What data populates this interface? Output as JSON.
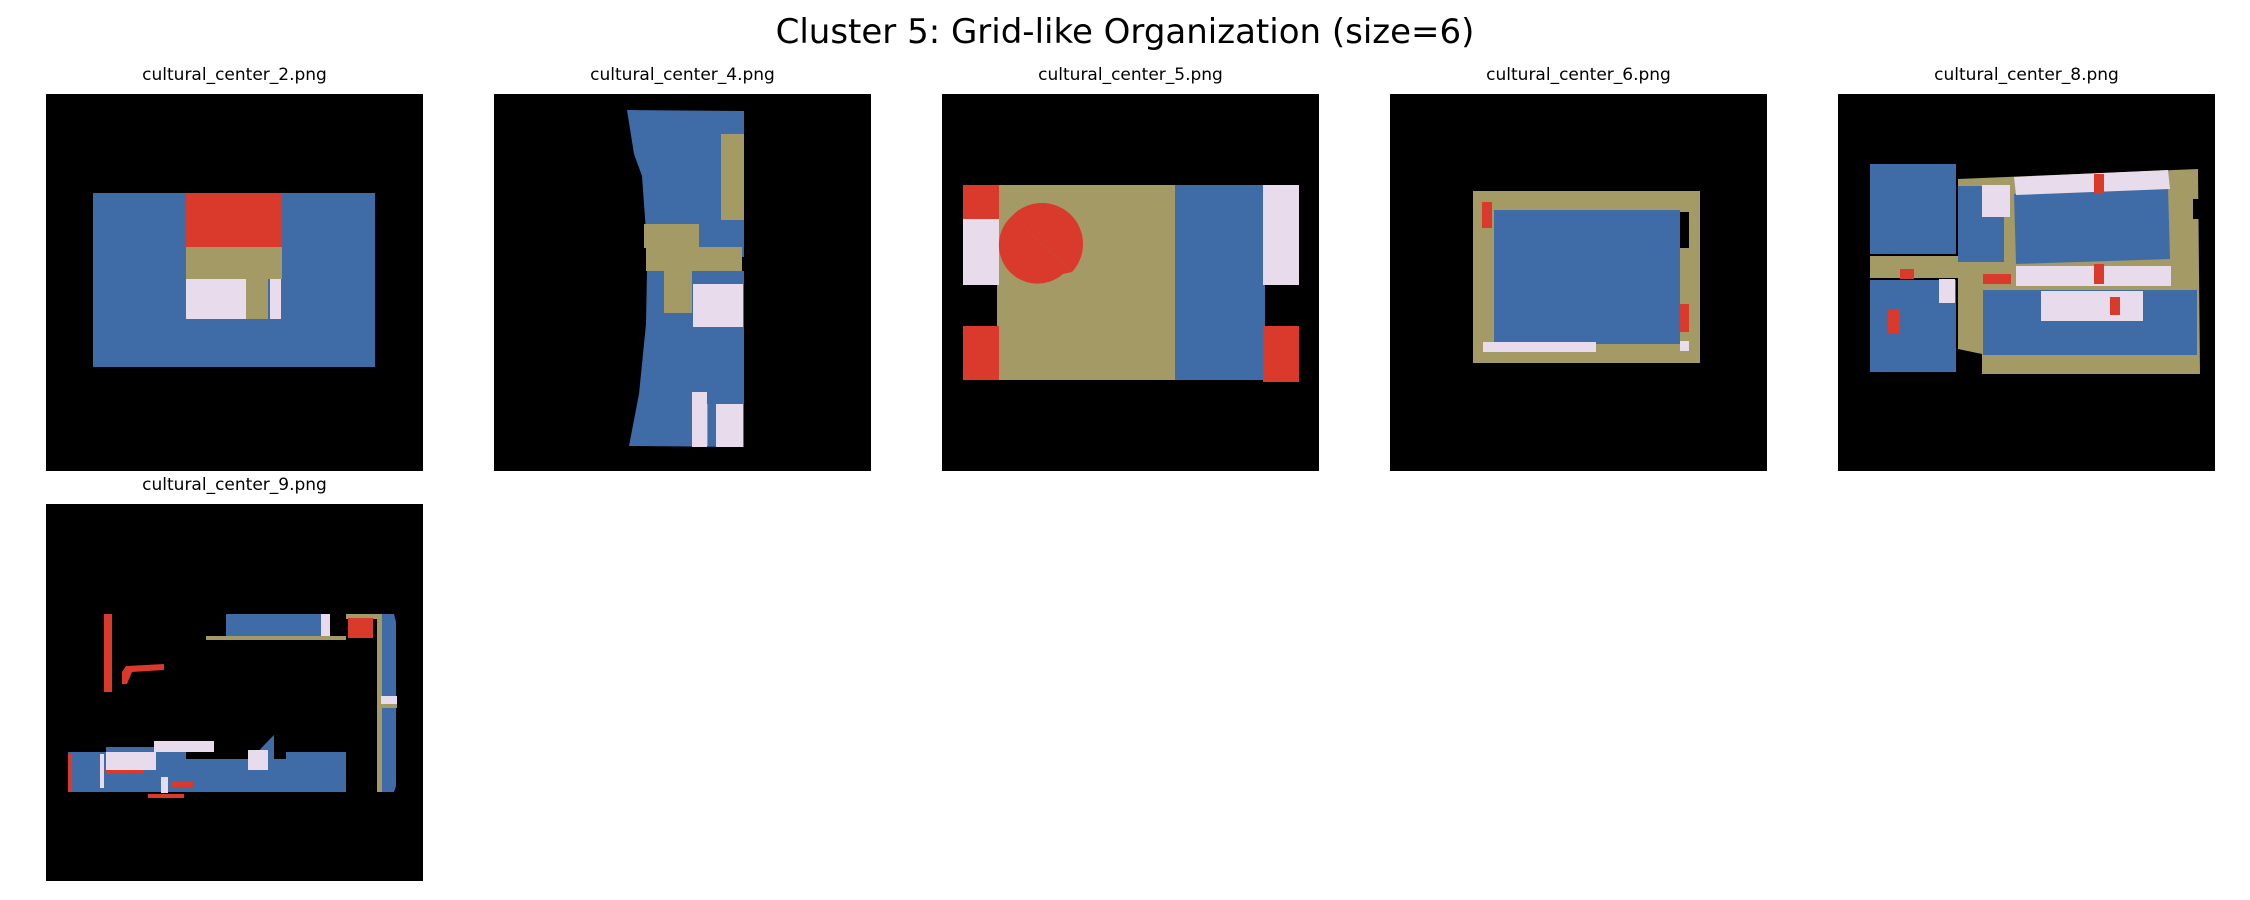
{
  "figure": {
    "title": "Cluster 5: Grid-like Organization (size=6)"
  },
  "colors": {
    "background": "#000000",
    "blue": "#3f6ca7",
    "tan": "#a49a65",
    "red": "#d93a2c",
    "lavender": "#e8dcec"
  },
  "panels": [
    {
      "filename": "cultural_center_2.png"
    },
    {
      "filename": "cultural_center_4.png"
    },
    {
      "filename": "cultural_center_5.png"
    },
    {
      "filename": "cultural_center_6.png"
    },
    {
      "filename": "cultural_center_8.png"
    },
    {
      "filename": "cultural_center_9.png"
    }
  ]
}
